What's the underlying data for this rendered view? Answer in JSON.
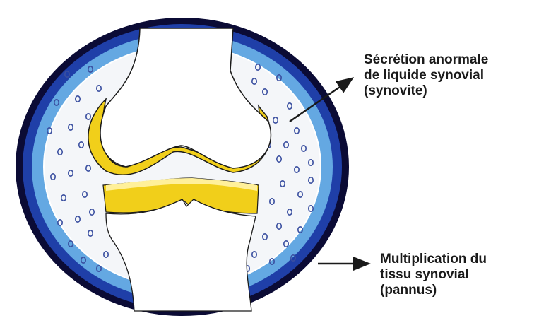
{
  "colors": {
    "capsule_outer": "#0b0b35",
    "capsule_middle": "#1f3fa8",
    "capsule_inner": "#64a8e2",
    "synovial_fluid": "#f4f6f9",
    "cartilage": "#f1cf1a",
    "cartilage_highlight": "#fff09a",
    "bone": "#ffffff",
    "outline": "#1a1a1a"
  },
  "labels": {
    "top": {
      "line1": "Sécrétion anormale",
      "line2": "de liquide synovial",
      "line3": "(synovite)"
    },
    "bottom": {
      "line1": "Multiplication du",
      "line2": "tissu synovial",
      "line3": "(pannus)"
    }
  }
}
